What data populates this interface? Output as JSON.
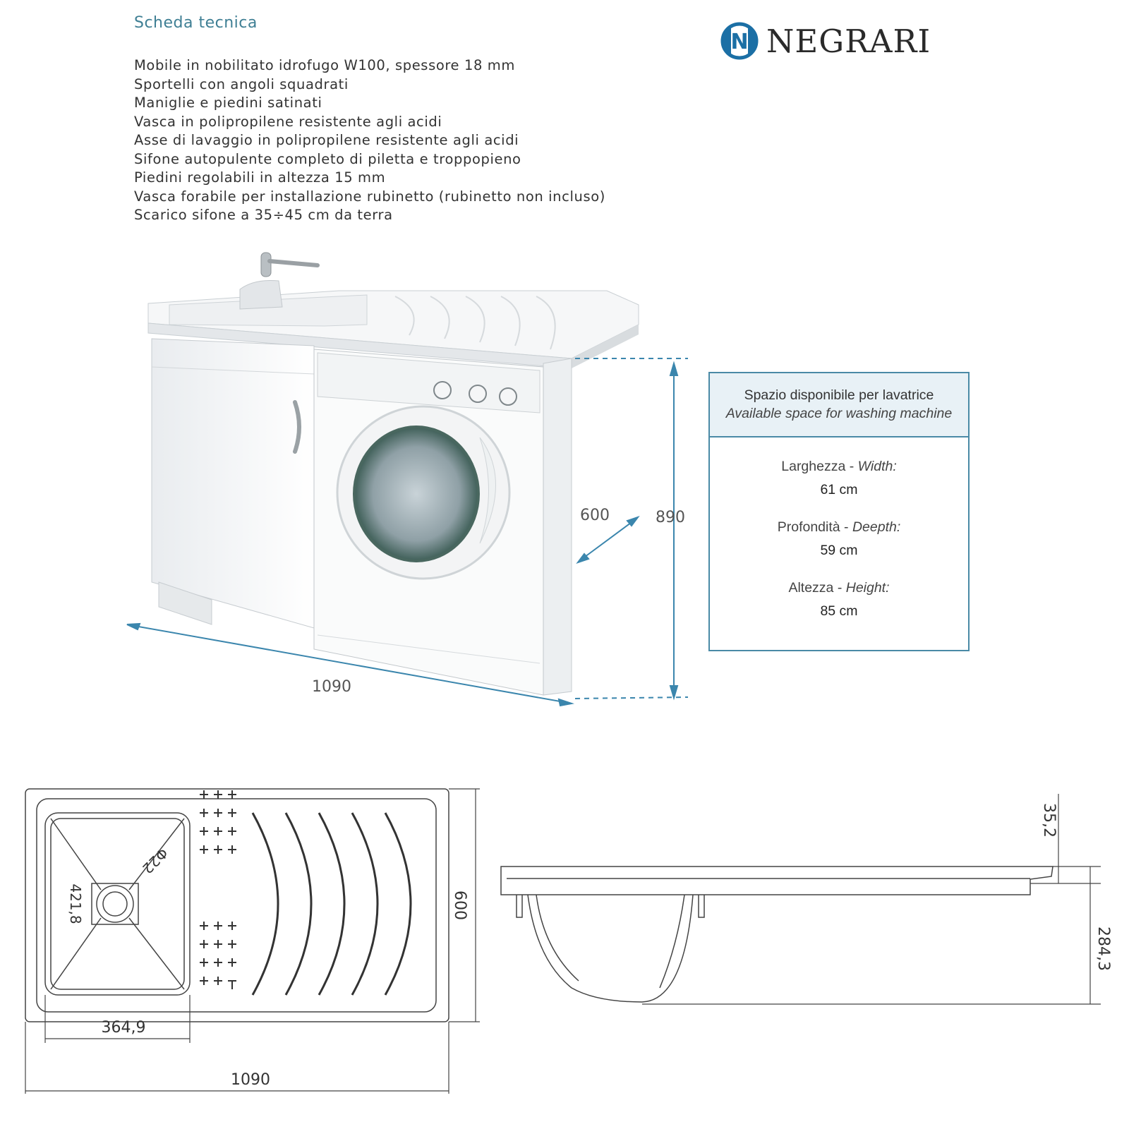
{
  "header": {
    "title": "Scheda tecnica",
    "brand": "NEGRARI",
    "brand_logo_letter": "N",
    "brand_color": "#1b6fa5"
  },
  "specs": [
    "Mobile in nobilitato idrofugo W100, spessore 18 mm",
    "Sportelli con angoli squadrati",
    "Maniglie e piedini satinati",
    "Vasca in polipropilene resistente agli acidi",
    "Asse di lavaggio in polipropilene resistente agli acidi",
    "Sifone autopulente completo di piletta e troppopieno",
    "Piedini regolabili in altezza 15 mm",
    "Vasca forabile per installazione rubinetto (rubinetto non incluso)",
    "Scarico sifone a 35÷45 cm da terra"
  ],
  "product_dimensions": {
    "width": "1090",
    "depth": "600",
    "height": "890"
  },
  "available_space": {
    "title_it": "Spazio disponibile per lavatrice",
    "title_en": "Available space for washing machine",
    "width_label_it": "Larghezza - ",
    "width_label_en": "Width:",
    "width_value": "61 cm",
    "depth_label_it": "Profondità - ",
    "depth_label_en": "Deepth:",
    "depth_value": "59 cm",
    "height_label_it": "Altezza - ",
    "height_label_en": "Height:",
    "height_value": "85 cm"
  },
  "top_view": {
    "drain_diameter": "Φ22",
    "basin_depth": "421,8",
    "basin_width": "364,9",
    "total_width": "1090",
    "total_depth": "600"
  },
  "side_view": {
    "rim_height": "35,2",
    "basin_height": "284,3"
  },
  "colors": {
    "accent": "#4a8aa6",
    "header_bg": "#e8f1f6"
  }
}
